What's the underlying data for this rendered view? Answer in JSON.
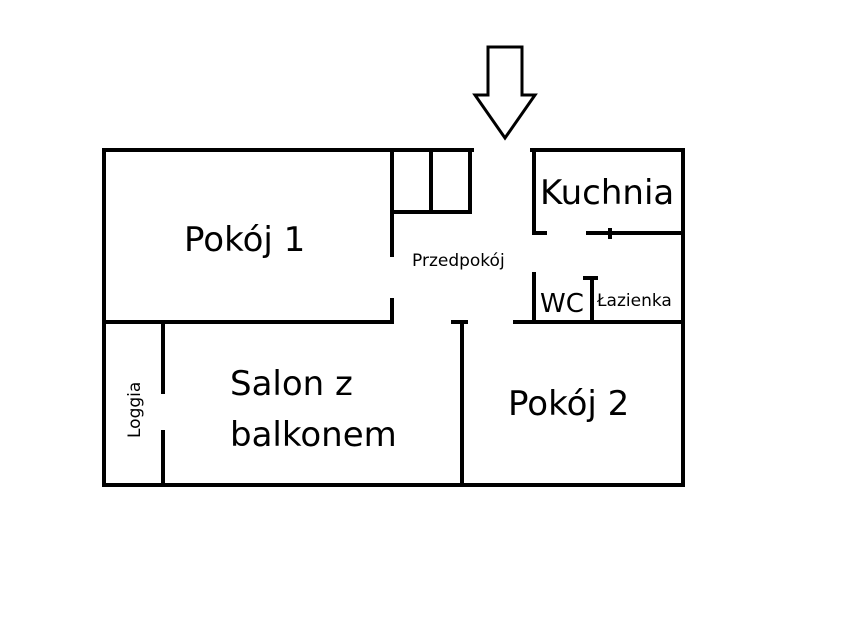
{
  "rooms": {
    "pokoj1": "Pokój 1",
    "kuchnia": "Kuchnia",
    "przedpokoj": "Przedpokój",
    "wc": "WC",
    "lazienka": "Łazienka",
    "loggia": "Loggia",
    "salon_line1": "Salon z",
    "salon_line2": "balkonem",
    "pokoj2": "Pokój 2"
  },
  "entrance": {
    "icon": "down-arrow-icon"
  },
  "colors": {
    "wall": "#000000",
    "background": "#ffffff"
  }
}
